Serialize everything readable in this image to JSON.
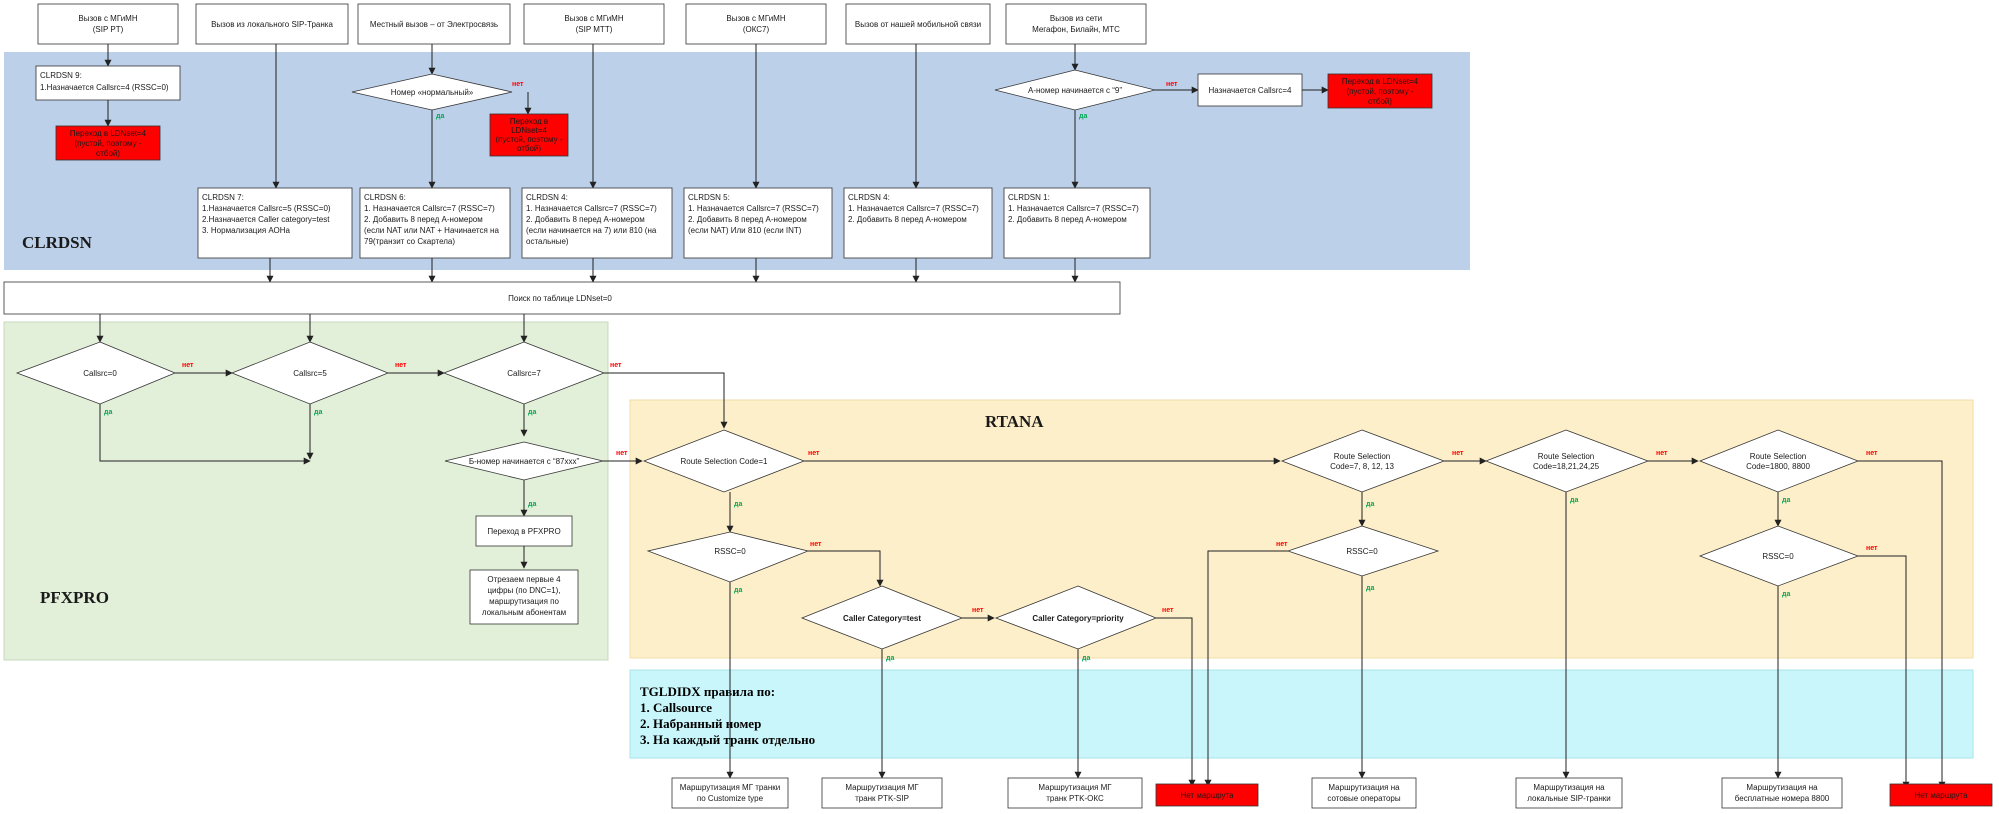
{
  "colors": {
    "clrdsn_zone": "#bcd0ea",
    "pfxpro_zone": "#e2efd9",
    "rtana_zone": "#fdefc9",
    "tgldidx_zone": "#c9f6fb",
    "red_box": "#ff0000",
    "yes": "#00a651",
    "no": "#ff0000"
  },
  "zones": {
    "clrdsn": "CLRDSN",
    "pfxpro": "PFXPRO",
    "rtana": "RTANA",
    "tgldidx_title": "TGLDIDX правила по:",
    "tgldidx_items": [
      "1. Callsource",
      "2. Набранный номер",
      "3. На каждый транк отдельно"
    ]
  },
  "sources": [
    [
      "Вызов с МГиМН",
      "(SIP PT)"
    ],
    [
      "Вызов из локального SIP-Транка"
    ],
    [
      "Местный вызов – от Электросвязь"
    ],
    [
      "Вызов с МГиМН",
      "(SIP МТТ)"
    ],
    [
      "Вызов с МГиМН",
      "(ОКС7)"
    ],
    [
      "Вызов от нашей мобильной связи"
    ],
    [
      "Вызов из сети",
      "Мегафон, Билайн, МТС"
    ]
  ],
  "clrdsn_boxes": {
    "b9": [
      "CLRDSN 9:",
      "1.Назначается Callsrc=4 (RSSC=0)"
    ],
    "b7": [
      "CLRDSN 7:",
      "1.Назначается Callsrc=5 (RSSC=0)",
      "2.Назначается Caller category=test",
      "3. Нормализация АОНа"
    ],
    "b6": [
      "CLRDSN 6:",
      "1. Назначается Callsrc=7 (RSSC=7)",
      "2. Добавить 8 перед А-номером",
      "(если NAT или NAT + Начинается на",
      "79(транзит со Скартела)"
    ],
    "b4a": [
      "CLRDSN 4:",
      "1. Назначается Callsrc=7 (RSSC=7)",
      "2. Добавить 8 перед А-номером",
      "(если начинается на 7) или 810 (на",
      "остальные)"
    ],
    "b5": [
      "CLRDSN 5:",
      "1. Назначается Callsrc=7 (RSSC=7)",
      "2. Добавить 8 перед А-номером",
      "(если NAT) Или 810 (если INT)"
    ],
    "b4b": [
      "CLRDSN 4:",
      "1. Назначается Callsrc=7 (RSSC=7)",
      "2. Добавить 8 перед А-номером"
    ],
    "b1": [
      "CLRDSN 1:",
      "1. Назначается Callsrc=7 (RSSC=7)",
      "2. Добавить 8 перед А-номером"
    ],
    "callsrc4": "Назначается Callsrc=4"
  },
  "red_boxes": {
    "ldn9": [
      "Переход в LDNset=4",
      "(пустой, поэтому -",
      "отбой)"
    ],
    "ldn6": [
      "Переход в",
      "LDNset=4",
      "(пустой, поэтому -",
      "отбой)"
    ],
    "ldn1": [
      "Переход в LDNset=4",
      "(пустой, поэтому -",
      "отбой)"
    ]
  },
  "decisions": {
    "normal": "Номер «нормальный»",
    "a9": "А-номер начинается с “9”",
    "cs0": "Callsrc=0",
    "cs5": "Callsrc=5",
    "cs7": "Callsrc=7",
    "b87": "Б-номер начинается с “87ххх”",
    "rsc1": "Route Selection Code=1",
    "rssc0a": "RSSC=0",
    "cct": "Caller Category=test",
    "ccp": "Caller Category=priority",
    "rsc7": [
      "Route Selection",
      "Code=7, 8, 12, 13"
    ],
    "rssc0b": "RSSC=0",
    "rsc18": [
      "Route Selection",
      "Code=18,21,24,25"
    ],
    "rsc1800": [
      "Route Selection",
      "Code=1800, 8800"
    ],
    "rssc0c": "RSSC=0"
  },
  "ldn_search": "Поиск по таблице LDNset=0",
  "pfxpro_boxes": {
    "goto": "Переход в PFXPRO",
    "cut": [
      "Отрезаем первые 4",
      "цифры (по DNC=1),",
      "маршрутизация по",
      "локальным абонентам"
    ]
  },
  "results": {
    "r1": [
      "Маршрутизация МГ транки",
      "по Customize type"
    ],
    "r2": [
      "Маршрутизация МГ",
      "транк PTK-SIP"
    ],
    "r3": [
      "Маршрутизация МГ",
      "транк PTK-ОКС"
    ],
    "r4": "Нет маршрута",
    "r5": [
      "Маршрутизация на",
      "сотовые операторы"
    ],
    "r6": [
      "Маршрутизация на",
      "локальные SIP-транки"
    ],
    "r7": [
      "Маршрутизация на",
      "бесплатные номера 8800"
    ],
    "r8": "Нет маршрута"
  },
  "labels": {
    "yes": "да",
    "no": "нет"
  }
}
